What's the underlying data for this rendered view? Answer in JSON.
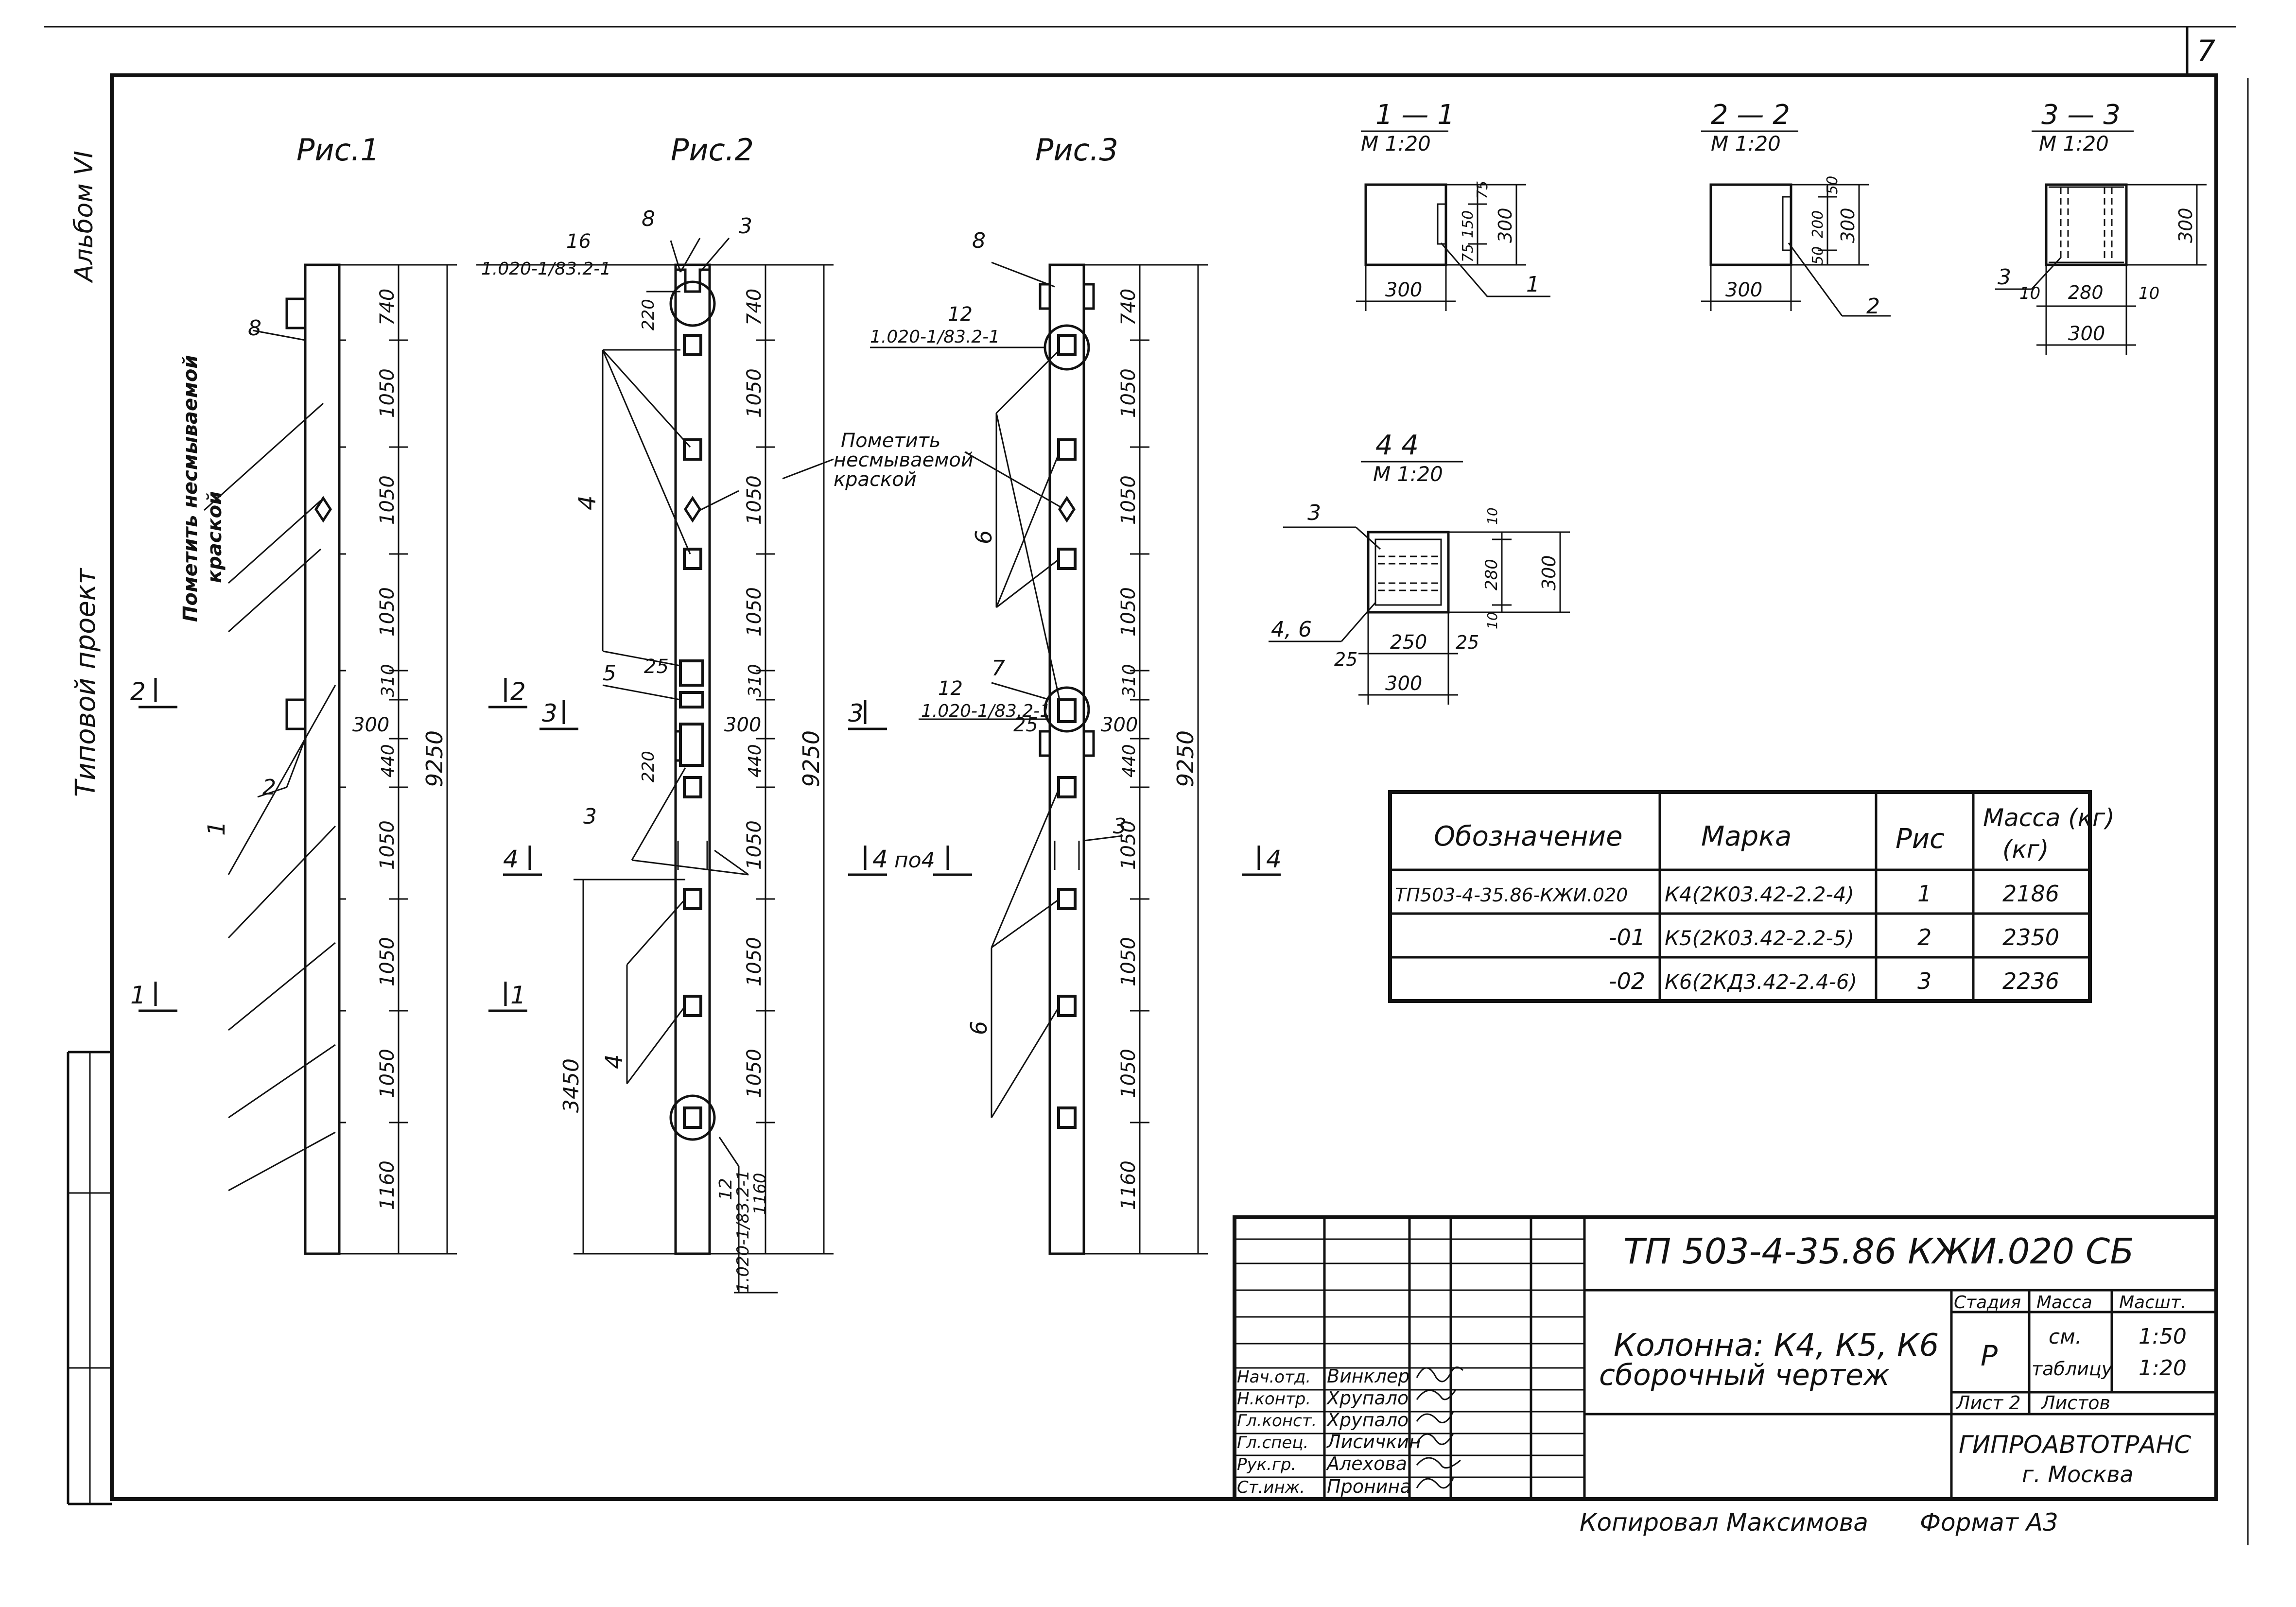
{
  "sheet": {
    "page_number": "7",
    "album_label": "Альбом VI",
    "project_label": "Типовой проект"
  },
  "figures": {
    "fig1": "Рис.1",
    "fig2": "Рис.2",
    "fig3": "Рис.3"
  },
  "sections": {
    "s1": {
      "title": "1 — 1",
      "scale": "М 1:20"
    },
    "s2": {
      "title": "2 — 2",
      "scale": "М 1:20"
    },
    "s3": {
      "title": "3 — 3",
      "scale": "М 1:20"
    },
    "s4": {
      "title": "4   4",
      "scale": "М 1:20"
    }
  },
  "annotations": {
    "paint_note_left": [
      "Пометить несмываемой",
      "краской"
    ],
    "paint_note_center": [
      "Пометить",
      "несмываемой",
      "краской"
    ],
    "ref_detail": "1.020-1/83.2-1",
    "po4": "по4"
  },
  "dimensions": {
    "col_segments": [
      "740",
      "1050",
      "1050",
      "1050",
      "310",
      "440",
      "1050",
      "1050",
      "1050",
      "1160"
    ],
    "total_height": "9250",
    "partial_height": "3450",
    "console": "300",
    "gap220": "220",
    "d25": "25",
    "s1_dims": {
      "w": "300",
      "h": "300",
      "d75a": "75",
      "d150": "150",
      "d75b": "75"
    },
    "s2_dims": {
      "w": "300",
      "h": "300",
      "d50a": "50",
      "d200": "200",
      "d50b": "50"
    },
    "s3_dims": {
      "w": "300",
      "h": "300",
      "d10a": "10",
      "d280": "280",
      "d10b": "10"
    },
    "s4_dims": {
      "w": "300",
      "h": "300",
      "d25a": "25",
      "d250": "250",
      "d25b": "25",
      "d10a": "10",
      "d280": "280",
      "d10b": "10"
    }
  },
  "callouts": {
    "c1": "1",
    "c2": "2",
    "c3": "3",
    "c4": "4",
    "c5": "5",
    "c6": "6",
    "c7": "7",
    "c8": "8",
    "c12": "12",
    "c16": "16",
    "c46": "4, 6"
  },
  "section_markers": {
    "m1": "1",
    "m2": "2",
    "m3": "3",
    "m4": "4"
  },
  "spec_table": {
    "headers": [
      "Обозначение",
      "Марка",
      "Рис",
      "Масса (кг)"
    ],
    "rows": [
      [
        "ТП503-4-35.86-КЖИ.020",
        "К4(2К03.42-2.2-4)",
        "1",
        "2186"
      ],
      [
        "-01",
        "К5(2К03.42-2.2-5)",
        "2",
        "2350"
      ],
      [
        "-02",
        "К6(2КД3.42-2.4-6)",
        "3",
        "2236"
      ]
    ]
  },
  "title_block": {
    "code": "ТП 503-4-35.86    КЖИ.020 СБ",
    "name_line1": "Колонна: К4, К5, К6",
    "name_line2": "сборочный чертеж",
    "stage_header": "Стадия",
    "mass_header": "Масса",
    "scale_header": "Масшт.",
    "stage_value": "Р",
    "mass_value_1": "см.",
    "mass_value_2": "таблицу",
    "scale_value_1": "1:50",
    "scale_value_2": "1:20",
    "sheet_label": "Лист 2",
    "sheets_label": "Листов",
    "org_line1": "ГИПРОАВТОТРАНС",
    "org_line2": "г. Москва",
    "roles": [
      {
        "role": "Нач.отд.",
        "name": "Винклер"
      },
      {
        "role": "Н.контр.",
        "name": "Хрупало"
      },
      {
        "role": "Гл.конст.",
        "name": "Хрупало"
      },
      {
        "role": "Гл.спец.",
        "name": "Лисичкин"
      },
      {
        "role": "Рук.гр.",
        "name": "Алехова"
      },
      {
        "role": "Ст.инж.",
        "name": "Пронина"
      }
    ]
  },
  "footer": {
    "copied": "Копировал Максимова",
    "format": "Формат А3"
  }
}
